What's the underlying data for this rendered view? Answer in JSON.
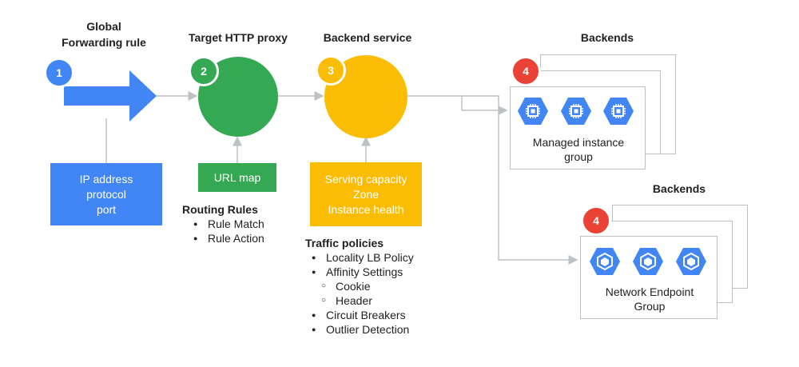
{
  "titles": {
    "forwarding_rule_1": "Global",
    "forwarding_rule_2": "Forwarding rule",
    "target_proxy": "Target HTTP proxy",
    "backend_service": "Backend service",
    "backends_top": "Backends",
    "backends_bottom": "Backends"
  },
  "badges": {
    "b1": "1",
    "b2": "2",
    "b3": "3",
    "b4a": "4",
    "b4b": "4"
  },
  "ip_box": {
    "line1": "IP address",
    "line2": "protocol",
    "line3": "port"
  },
  "url_map": "URL map",
  "routing_rules": {
    "title": "Routing Rules",
    "items": [
      "Rule Match",
      "Rule Action"
    ]
  },
  "serving_box": {
    "line1": "Serving capacity",
    "line2": "Zone",
    "line3": "Instance health"
  },
  "traffic_policies": {
    "title": "Traffic policies",
    "item1": "Locality LB Policy",
    "item2": "Affinity Settings",
    "sub1": "Cookie",
    "sub2": "Header",
    "item3": "Circuit Breakers",
    "item4": "Outlier Detection"
  },
  "managed_group": {
    "line1": "Managed instance",
    "line2": "group"
  },
  "neg_group": {
    "line1": "Network Endpoint",
    "line2": "Group"
  },
  "colors": {
    "blue": "#4285f4",
    "green": "#34a853",
    "yellow": "#fbbc04",
    "red": "#ea4335",
    "connector": "#bdc1c6"
  },
  "icons": {
    "managed": [
      "compute-engine-icon",
      "compute-engine-icon",
      "compute-engine-icon"
    ],
    "neg": [
      "network-endpoint-icon",
      "network-endpoint-icon",
      "network-endpoint-icon"
    ]
  }
}
